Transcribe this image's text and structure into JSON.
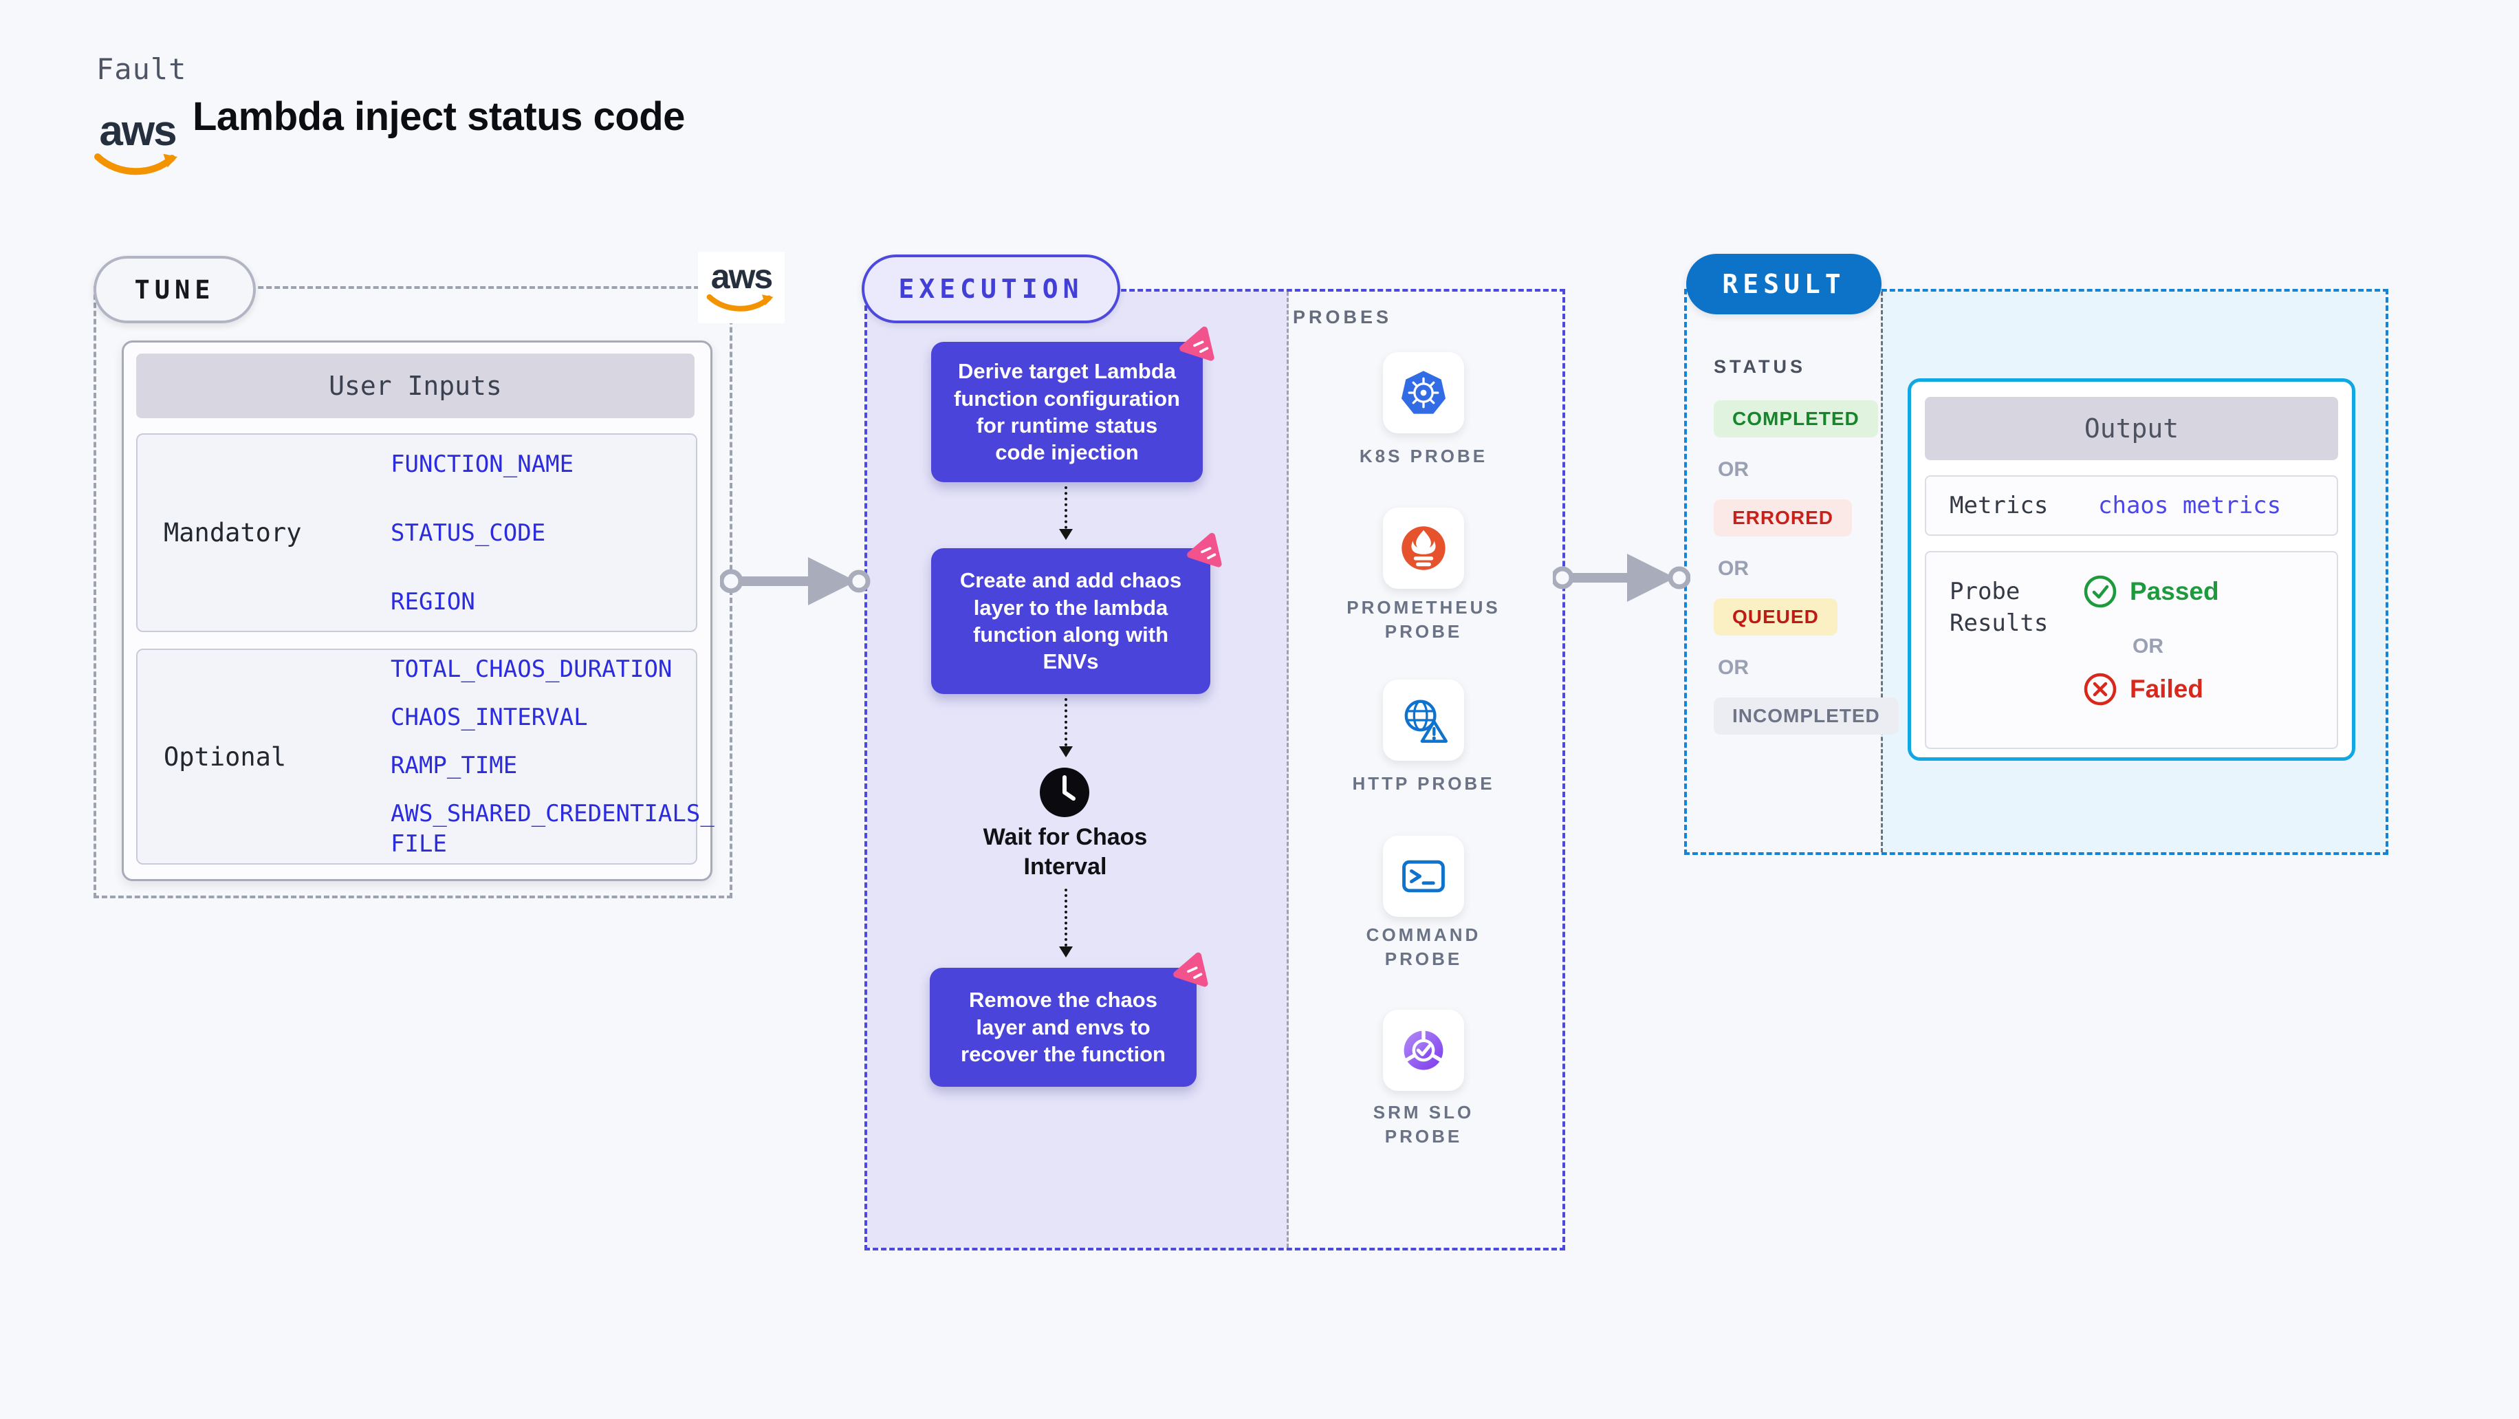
{
  "header": {
    "eyebrow": "Fault",
    "title": "Lambda inject status code",
    "aws_wordmark": "aws"
  },
  "tune": {
    "label": "TUNE",
    "user_inputs": {
      "title": "User Inputs",
      "rows": [
        {
          "label": "Mandatory",
          "values": [
            "FUNCTION_NAME",
            "STATUS_CODE",
            "REGION"
          ]
        },
        {
          "label": "Optional",
          "values": [
            "TOTAL_CHAOS_DURATION",
            "CHAOS_INTERVAL",
            "RAMP_TIME",
            "AWS_SHARED_CREDENTIALS_FILE"
          ]
        }
      ]
    }
  },
  "execution": {
    "label": "EXECUTION",
    "steps": [
      {
        "text": "Derive target Lambda function configuration for runtime status code injection"
      },
      {
        "text": "Create and add chaos layer to the lambda function along with ENVs"
      },
      {
        "text": "Remove the chaos layer and envs to recover the function"
      }
    ],
    "wait_label": "Wait for Chaos Interval",
    "probes": {
      "title": "PROBES",
      "items": [
        {
          "label": "K8S PROBE",
          "icon": "kubernetes-icon"
        },
        {
          "label": "PROMETHEUS PROBE",
          "icon": "prometheus-icon"
        },
        {
          "label": "HTTP PROBE",
          "icon": "http-globe-icon"
        },
        {
          "label": "COMMAND PROBE",
          "icon": "terminal-icon"
        },
        {
          "label": "SRM SLO PROBE",
          "icon": "srm-slo-icon"
        }
      ]
    }
  },
  "result": {
    "label": "RESULT",
    "status": {
      "title": "STATUS",
      "or": "OR",
      "badges": [
        {
          "label": "COMPLETED",
          "fg": "#15862A",
          "bg": "#DFF3DF"
        },
        {
          "label": "ERRORED",
          "fg": "#C9211A",
          "bg": "#FBE9E8"
        },
        {
          "label": "QUEUED",
          "fg": "#BF1A13",
          "bg": "#FBF0C4"
        },
        {
          "label": "INCOMPLETED",
          "fg": "#6D7487",
          "bg": "#ECEDF3"
        }
      ]
    },
    "output": {
      "title": "Output",
      "metrics_label": "Metrics",
      "metrics_value": "chaos metrics",
      "probe_results_label": "Probe Results",
      "passed_label": "Passed",
      "or": "OR",
      "failed_label": "Failed"
    }
  },
  "colors": {
    "page_bg": "#F7F8FB",
    "tune_dash": "#9CA3AF",
    "execution_dash": "#4D49DC",
    "result_dash": "#1583D6",
    "lavender_panel": "#E5E4F9",
    "cyan_panel": "#E8F5FC",
    "step_purple": "#4B44DB",
    "chaos_pink": "#F2538D",
    "input_value_blue": "#2B2BDF",
    "metrics_value_indigo": "#4B46E9",
    "result_pill_blue": "#0D73C8",
    "output_border_cyan": "#11A7E3",
    "aws_orange": "#F49300",
    "passed_green": "#1D9A3C",
    "failed_red": "#D8281C"
  }
}
